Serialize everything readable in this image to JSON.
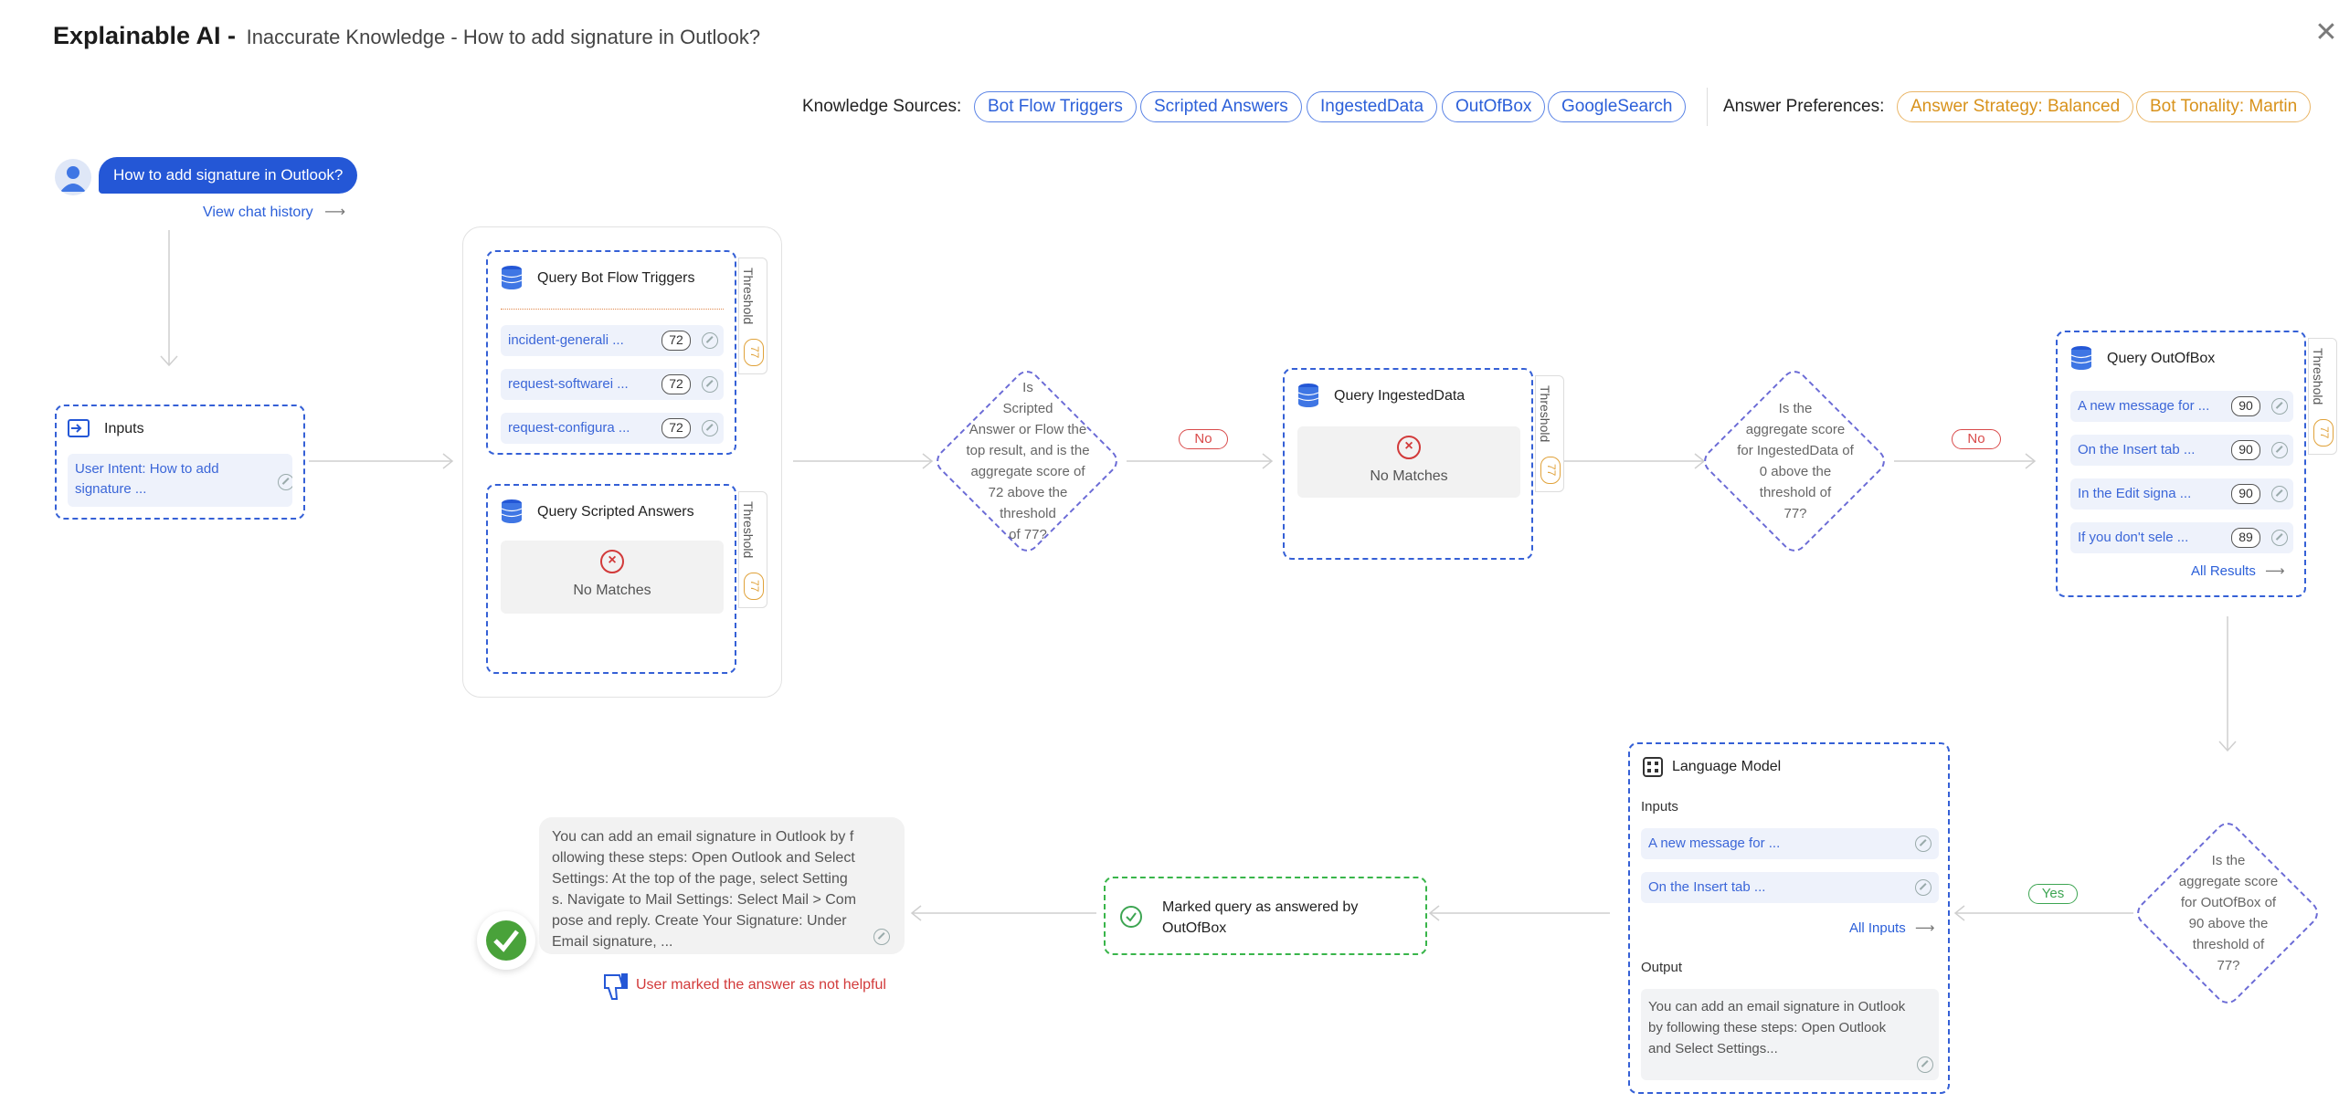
{
  "header": {
    "title": "Explainable AI -",
    "subtitle": "Inaccurate Knowledge - How to add signature in Outlook?",
    "close_icon": "close-icon"
  },
  "knowledge_sources": {
    "label": "Knowledge Sources:",
    "items": [
      "Bot Flow Triggers",
      "Scripted Answers",
      "IngestedData",
      "OutOfBox",
      "GoogleSearch"
    ]
  },
  "answer_preferences": {
    "label": "Answer Preferences:",
    "items": [
      "Answer Strategy: Balanced",
      "Bot Tonality: Martin"
    ]
  },
  "query": {
    "text": "How to add signature in Outlook?",
    "history_link": "View chat history",
    "history_arrow": "⟶"
  },
  "inputs_node": {
    "title": "Inputs",
    "intent_line1": "User Intent: How to add",
    "intent_line2": "signature ..."
  },
  "bot_flow": {
    "title": "Query Bot Flow Triggers",
    "rows": [
      {
        "label": "incident-generali ...",
        "score": "72"
      },
      {
        "label": "request-softwarei ...",
        "score": "72"
      },
      {
        "label": "request-configura ...",
        "score": "72"
      }
    ],
    "threshold_label": "Threshold",
    "threshold_value": "77"
  },
  "scripted": {
    "title": "Query Scripted Answers",
    "no_matches": "No Matches",
    "threshold_label": "Threshold",
    "threshold_value": "77"
  },
  "decision1": {
    "lines": [
      "Is",
      "Scripted",
      "Answer or Flow the",
      "top result, and is the",
      "aggregate score of",
      "72 above the",
      "threshold",
      "of 77?"
    ],
    "no_label": "No"
  },
  "ingested": {
    "title": "Query IngestedData",
    "no_matches": "No Matches",
    "threshold_label": "Threshold",
    "threshold_value": "77"
  },
  "decision2": {
    "lines": [
      "Is the",
      "aggregate score",
      "for IngestedData of",
      "0 above the",
      "threshold of",
      "77?"
    ],
    "no_label": "No"
  },
  "outofbox": {
    "title": "Query OutOfBox",
    "rows": [
      {
        "label": "A new message for ...",
        "score": "90"
      },
      {
        "label": "On the Insert tab ...",
        "score": "90"
      },
      {
        "label": "In the Edit signa ...",
        "score": "90"
      },
      {
        "label": "If you don't sele ...",
        "score": "89"
      }
    ],
    "all_results": "All Results",
    "threshold_label": "Threshold",
    "threshold_value": "77"
  },
  "decision3": {
    "lines": [
      "Is the",
      "aggregate score",
      "for OutOfBox of",
      "90 above the",
      "threshold of",
      "77?"
    ],
    "yes_label": "Yes"
  },
  "language_model": {
    "title": "Language Model",
    "inputs_label": "Inputs",
    "inputs": [
      "A new message for ...",
      "On the Insert tab ..."
    ],
    "all_inputs": "All Inputs",
    "output_label": "Output",
    "output_lines": [
      "You can add an email signature in Outlook",
      "by following these steps: Open Outlook",
      "and Select Settings..."
    ]
  },
  "marked": {
    "lines": [
      "Marked query as answered by",
      "OutOfBox"
    ]
  },
  "answer": {
    "lines": [
      "You can add an email signature in Outlook by f",
      "ollowing these steps: Open Outlook and Select",
      "Settings: At the top of the page, select Setting",
      "s. Navigate to Mail Settings: Select Mail > Com",
      "pose and reply. Create Your Signature: Under",
      "Email signature, ..."
    ],
    "feedback": "User marked the answer as not helpful"
  },
  "colors": {
    "accent_blue": "#2457d6",
    "dashed_blue": "#3560d6",
    "no_red": "#d94a4a",
    "yes_green": "#3da552",
    "threshold_orange": "#e0a23a"
  }
}
